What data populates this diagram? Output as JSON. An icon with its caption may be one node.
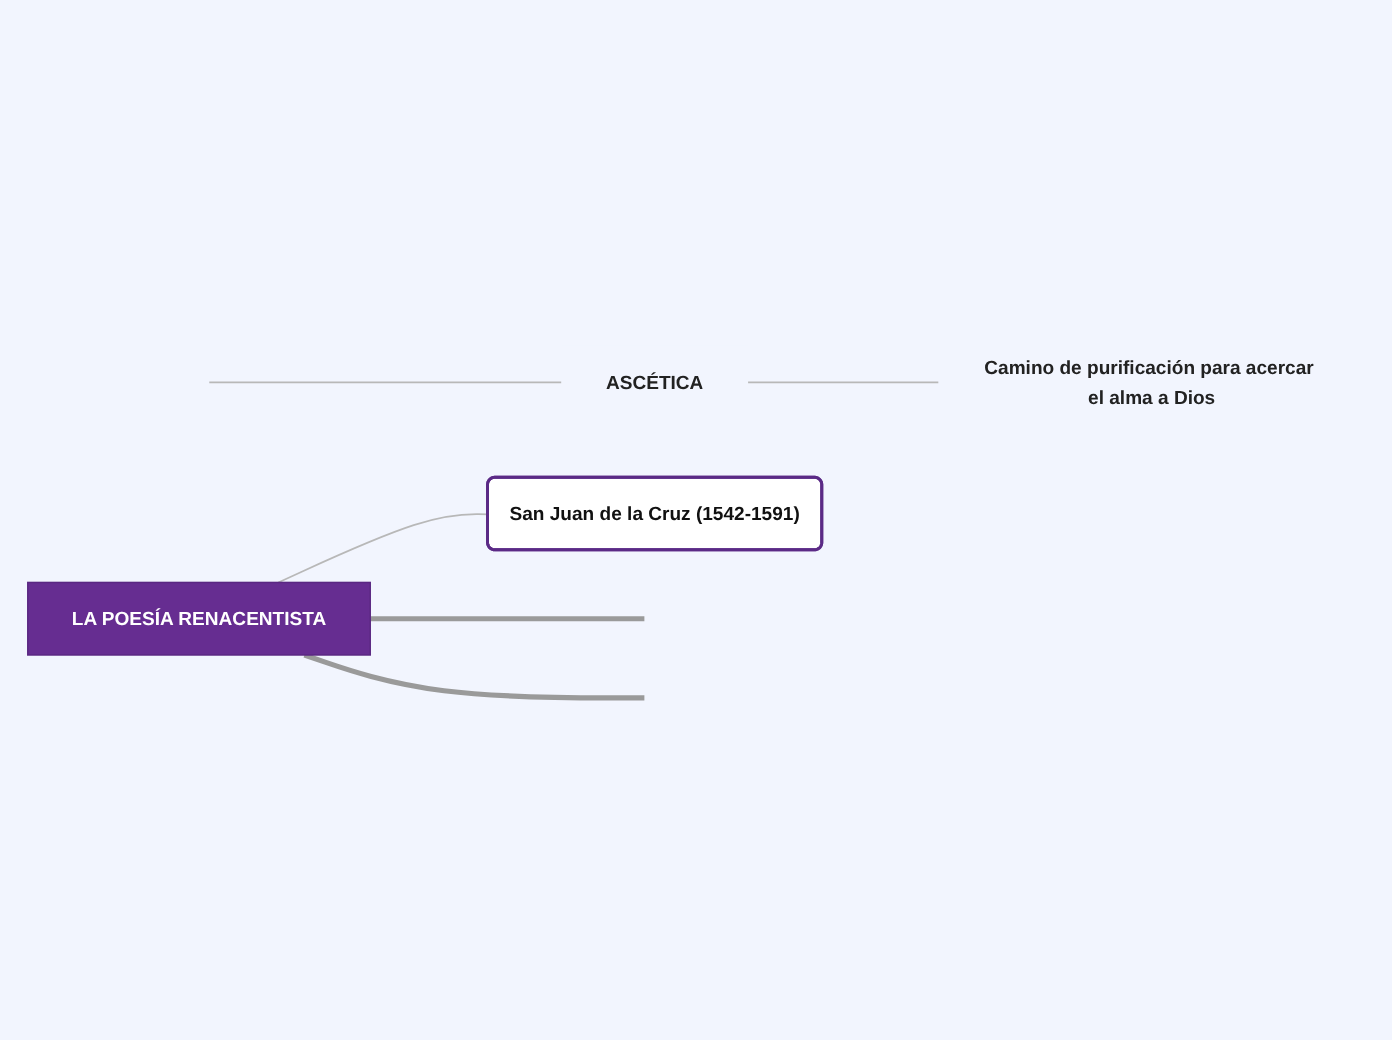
{
  "diagram": {
    "nodes": [
      {
        "text": [
          "LA POESÍA RENACENTISTA"
        ]
      },
      {
        "text": [
          "San Juan de la Cruz (1542-1591)"
        ]
      },
      {
        "text": [
          "ASCÉTICA"
        ]
      },
      {
        "text": [
          "Camino de purificación para acercar el alma a Dios"
        ]
      }
    ],
    "edges": [
      {
        "from": 0,
        "to": 1,
        "arrow": "none"
      },
      {
        "from": 0,
        "to": null,
        "arrow": "none",
        "style": "thick"
      },
      {
        "from": 0,
        "to": null,
        "arrow": "none",
        "style": "thick"
      },
      {
        "from": null,
        "to": 2,
        "arrow": "none"
      },
      {
        "from": 2,
        "to": 3,
        "arrow": "none"
      }
    ]
  }
}
